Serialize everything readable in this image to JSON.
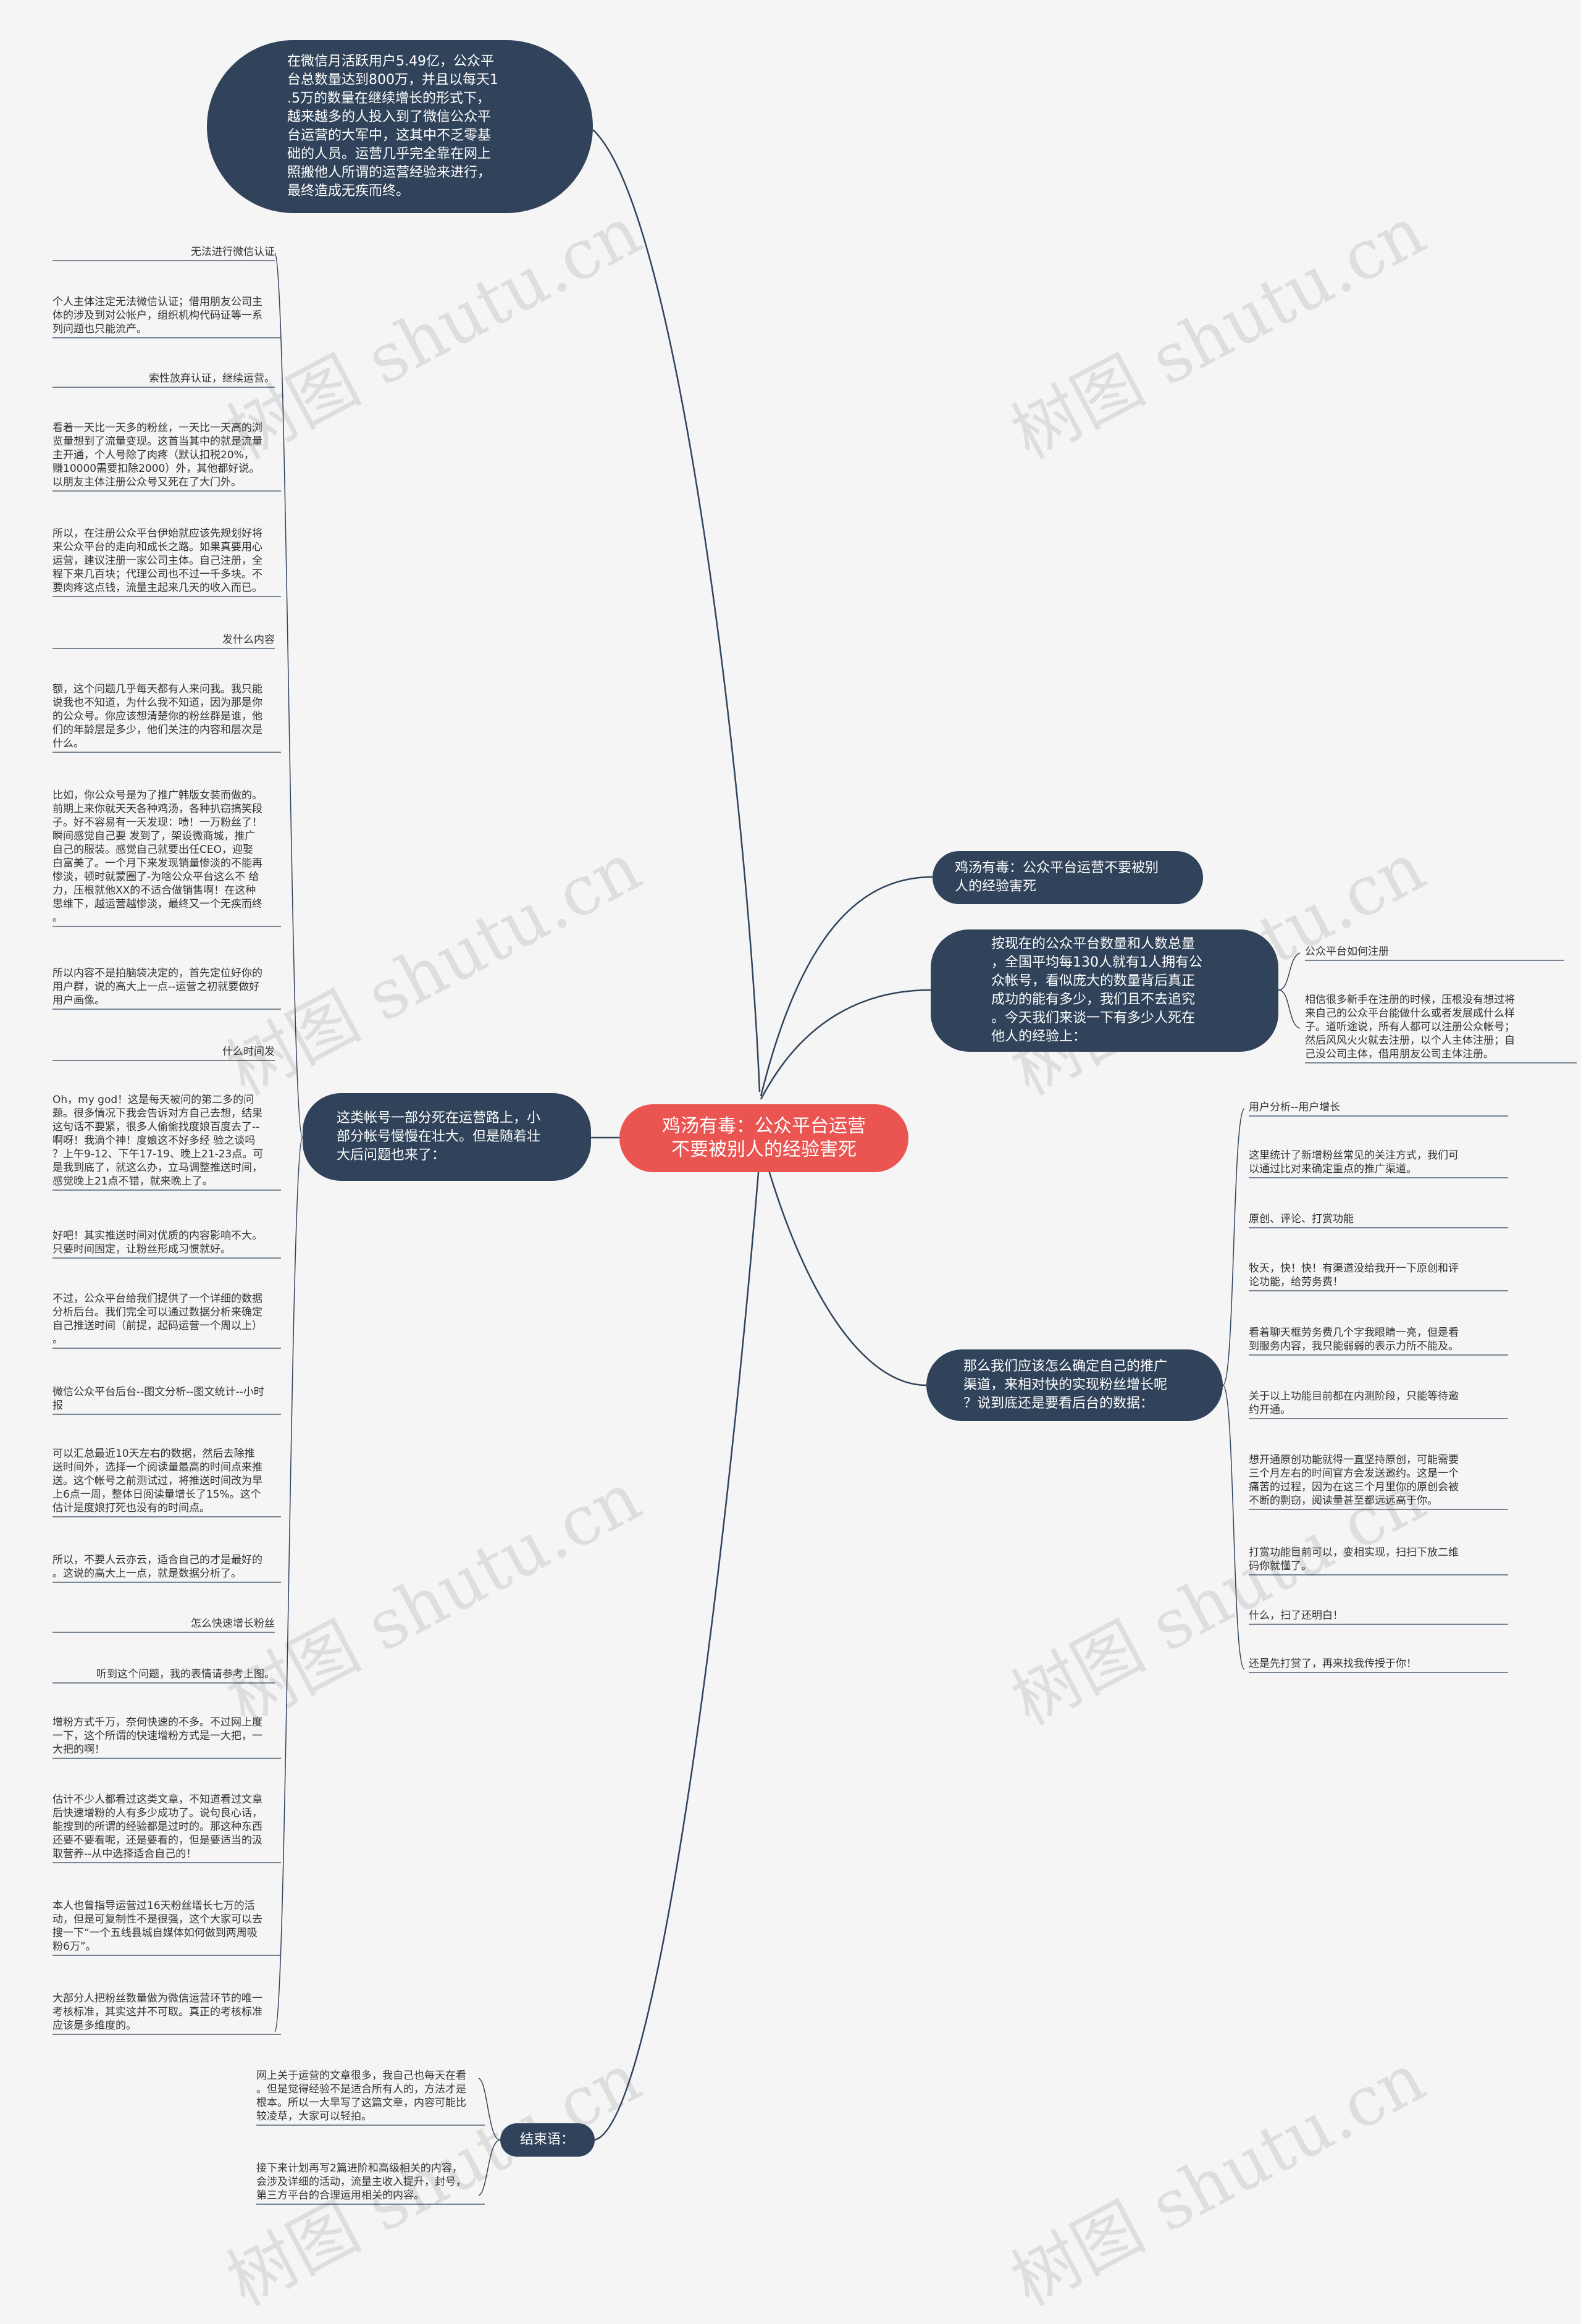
{
  "center": "鸡汤有毒：公众平台运营\n不要被别人的经验害死",
  "top_node": "在微信月活跃用户5.49亿，公众平\n台总数量达到800万，并且以每天1\n.5万的数量在继续增长的形式下，\n越来越多的人投入到了微信公众平\n台运营的大军中，这其中不乏零基\n础的人员。运营几乎完全靠在网上\n照搬他人所谓的运营经验来进行，\n最终造成无疾而终。",
  "left_node": "这类帐号一部分死在运营路上，小\n部分帐号慢慢在壮大。但是随着壮\n大后问题也来了：",
  "right_nodes": {
    "title": "鸡汤有毒：公众平台运营不要被别\n人的经验害死",
    "intro": "按现在的公众平台数量和人数总量\n，全国平均每130人就有1人拥有公\n众帐号，看似庞大的数量背后真正\n成功的能有多少，我们且不去追究\n。今天我们来谈一下有多少人死在\n他人的经验上：",
    "promote": "那么我们应该怎么确定自己的推广\n渠道，来相对快的实现粉丝增长呢\n？说到底还是要看后台的数据："
  },
  "register_leaves": [
    "公众平台如何注册",
    "相信很多新手在注册的时候，压根没有想过将\n来自己的公众平台能做什么或者发展成什么样\n子。道听途说，所有人都可以注册公众帐号；\n然后风风火火就去注册，以个人主体注册；自\n己没公司主体，借用朋友公司主体注册。"
  ],
  "promote_leaves": [
    "用户分析--用户增长",
    "这里统计了新增粉丝常见的关注方式，我们可\n以通过比对来确定重点的推广渠道。",
    "原创、评论、打赏功能",
    "牧天，快！快！有渠道没给我开一下原创和评\n论功能，给劳务费！",
    "看着聊天框劳务费几个字我眼睛一亮，但是看\n到服务内容，我只能弱弱的表示力所不能及。",
    "关于以上功能目前都在内测阶段，只能等待邀\n约开通。",
    "想开通原创功能就得一直坚持原创，可能需要\n三个月左右的时间官方会发送邀约。这是一个\n痛苦的过程，因为在这三个月里你的原创会被\n不断的剽窃，阅读量甚至都远远高于你。",
    "打赏功能目前可以，变相实现，扫扫下放二维\n码你就懂了。",
    "什么，扫了还明白！",
    "还是先打赏了，再来找我传授于你！"
  ],
  "left_leaves": [
    "无法进行微信认证",
    "个人主体注定无法微信认证；借用朋友公司主\n体的涉及到对公帐户，组织机构代码证等一系\n列问题也只能流产。",
    "索性放弃认证，继续运营。",
    "看着一天比一天多的粉丝，一天比一天高的浏\n览量想到了流量变现。这首当其中的就是流量\n主开通，个人号除了肉疼（默认扣税20%，\n赚10000需要扣除2000）外，其他都好说。\n以朋友主体注册公众号又死在了大门外。",
    "所以，在注册公众平台伊始就应该先规划好将\n来公众平台的走向和成长之路。如果真要用心\n运营，建议注册一家公司主体。自己注册，全\n程下来几百块；代理公司也不过一千多块。不\n要肉疼这点钱，流量主起来几天的收入而已。",
    "发什么内容",
    "额，这个问题几乎每天都有人来问我。我只能\n说我也不知道，为什么我不知道，因为那是你\n的公众号。你应该想清楚你的粉丝群是谁，他\n们的年龄层是多少，他们关注的内容和层次是\n什么。",
    "比如，你公众号是为了推广韩版女装而做的。\n前期上来你就天天各种鸡汤，各种扒窃搞笑段\n子。好不容易有一天发现：啧！一万粉丝了！\n瞬间感觉自己要 发到了，架设微商城，推广\n自己的服装。感觉自己就要出任CEO，迎娶\n白富美了。一个月下来发现销量惨淡的不能再\n惨淡，顿时就蒙圈了-为啥公众平台这么不 给\n力，压根就他XX的不适合做销售啊！在这种\n思维下，越运营越惨淡，最终又一个无疾而终\n。",
    "所以内容不是拍脑袋决定的，首先定位好你的\n用户群，说的高大上一点--运营之初就要做好\n用户画像。",
    "什么时间发",
    "Oh，my god！这是每天被问的第二多的问\n题。很多情况下我会告诉对方自己去想，结果\n这句话不要紧，很多人偷偷找度娘百度去了--\n啊呀！我滴个神！度娘这不好多经 验之谈吗\n？上午9-12、下午17-19、晚上21-23点。可\n是我到底了，就这么办，立马调整推送时间，\n感觉晚上21点不错，就来晚上了。",
    "好吧！其实推送时间对优质的内容影响不大。\n只要时间固定，让粉丝形成习惯就好。",
    "不过，公众平台给我们提供了一个详细的数据\n分析后台。我们完全可以通过数据分析来确定\n自己推送时间（前提，起码运营一个周以上）\n。",
    "微信公众平台后台--图文分析--图文统计--小时\n报",
    "可以汇总最近10天左右的数据，然后去除推\n送时间外，选择一个阅读量最高的时间点来推\n送。这个帐号之前测试过，将推送时间改为早\n上6点一周，整体日阅读量增长了15%。这个\n估计是度娘打死也没有的时间点。",
    "所以，不要人云亦云，适合自己的才是最好的\n。这说的高大上一点，就是数据分析了。",
    "怎么快速增长粉丝",
    "听到这个问题，我的表情请参考上图。",
    "增粉方式千万，奈何快速的不多。不过网上度\n一下，这个所谓的快速增粉方式是一大把，一\n大把的啊！",
    "估计不少人都看过这类文章，不知道看过文章\n后快速增粉的人有多少成功了。说句良心话，\n能搜到的所谓的经验都是过时的。那这种东西\n还要不要看呢，还是要看的，但是要适当的汲\n取营养--从中选择适合自己的！",
    "本人也曾指导运营过16天粉丝增长七万的活\n动，但是可复制性不是很强，这个大家可以去\n搜一下“一个五线县城自媒体如何做到两周吸\n粉6万”。",
    "大部分人把粉丝数量做为微信运营环节的唯一\n考核标准，其实这并不可取。真正的考核标准\n应该是多维度的。"
  ],
  "conclusion": {
    "label": "结束语：",
    "leaves": [
      "网上关于运营的文章很多，我自己也每天在看\n。但是觉得经验不是适合所有人的，方法才是\n根本。所以一大早写了这篇文章，内容可能比\n较凌草，大家可以轻拍。",
      "接下来计划再写2篇进阶和高级相关的内容，\n会涉及详细的活动，流量主收入提升，封号，\n第三方平台的合理运用相关的内容。"
    ]
  },
  "watermark": "树图 shutu.cn",
  "colors": {
    "node": "#30435a",
    "center": "#ea5451",
    "line": "#30435a",
    "background": "#f5f5f5"
  }
}
